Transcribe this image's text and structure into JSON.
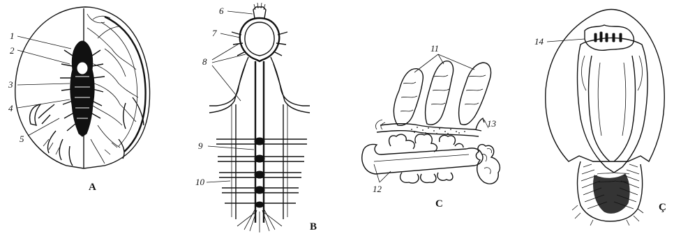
{
  "panels": {
    "A": {
      "letter": "A",
      "labels": [
        "1",
        "2",
        "3",
        "4",
        "5"
      ]
    },
    "B": {
      "letter": "B",
      "labels": [
        "6",
        "7",
        "8",
        "9",
        "10"
      ]
    },
    "C": {
      "letter": "C",
      "labels": [
        "11",
        "12",
        "13"
      ]
    },
    "D": {
      "letter": "Ç",
      "labels": [
        "14"
      ]
    }
  },
  "colors": {
    "ink": "#111111",
    "background": "#ffffff"
  }
}
